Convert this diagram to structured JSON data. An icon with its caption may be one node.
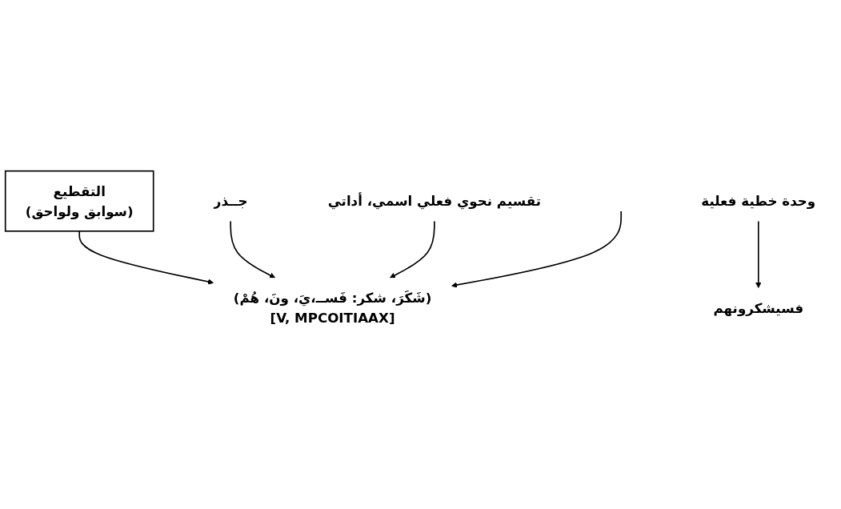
{
  "diagram": {
    "nodes": [
      {
        "text": [
          "التقطيع",
          "(سوابق ولواحق)"
        ]
      },
      {
        "text": [
          "وحدة خطية فعلية"
        ]
      },
      {
        "text": [
          "فسيشكرونهم"
        ]
      },
      {
        "text": [
          "جــذر"
        ]
      },
      {
        "text": [
          "(شَكَرَ، شكر: فَســ،يَ، ونَ، هُمْ)",
          "[V, MPCOITIAAX]"
        ]
      },
      {
        "text": [
          "تقسيم نحوي فعلي اسمي، أداتي"
        ]
      }
    ],
    "edges": [
      {
        "from": 0,
        "to": 4,
        "arrow": "to"
      },
      {
        "from": 1,
        "to": 2,
        "arrow": "to"
      },
      {
        "from": 3,
        "to": 4,
        "arrow": "to"
      },
      {
        "from": 5,
        "to": 4,
        "arrow": "to"
      },
      {
        "from": null,
        "to": 4,
        "arrow": "to"
      }
    ]
  }
}
